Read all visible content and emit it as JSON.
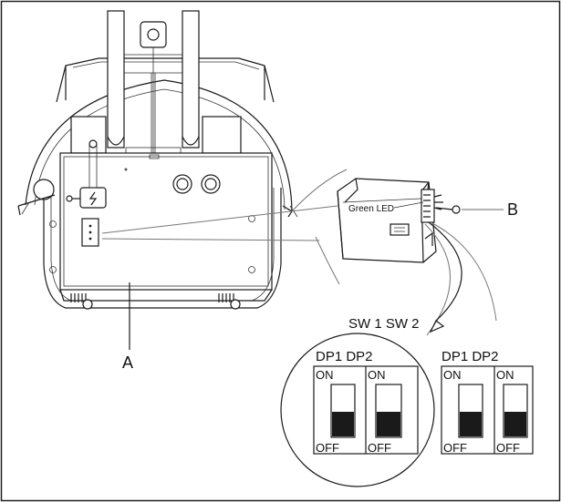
{
  "labels": {
    "a": "A",
    "b": "B",
    "green_led": "Green LED",
    "sw_header": "SW 1 SW 2"
  },
  "switch_panels": [
    {
      "header": "DP1 DP2",
      "switches": [
        {
          "on": "ON",
          "off": "OFF",
          "position": "OFF"
        },
        {
          "on": "ON",
          "off": "OFF",
          "position": "OFF"
        }
      ]
    },
    {
      "header": "DP1 DP2",
      "switches": [
        {
          "on": "ON",
          "off": "OFF",
          "position": "OFF"
        },
        {
          "on": "ON",
          "off": "OFF",
          "position": "OFF"
        }
      ]
    }
  ]
}
